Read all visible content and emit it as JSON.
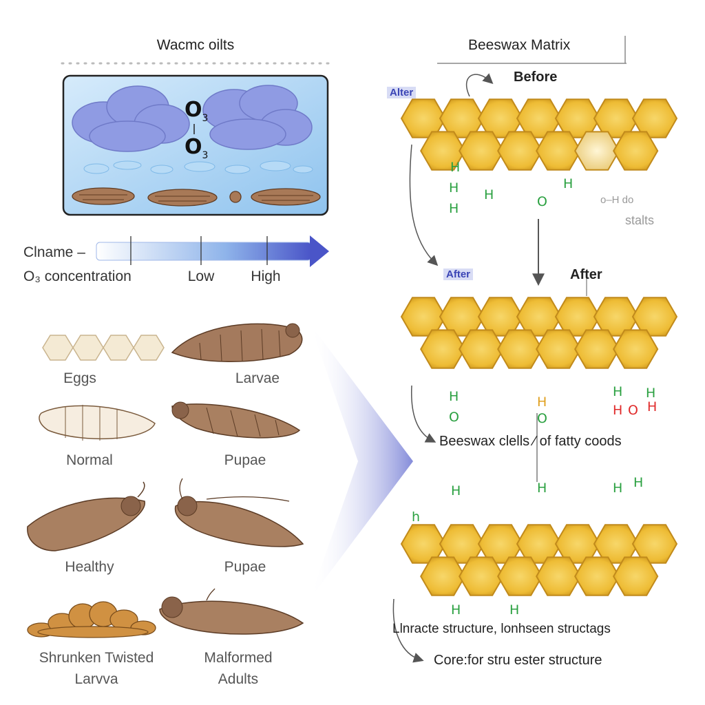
{
  "left_panel": {
    "title": "Wacmc oilts",
    "o3_top": "O",
    "o3_top_sub": "3",
    "o3_bottom": "O",
    "o3_bottom_sub": "3"
  },
  "concentration_bar": {
    "prefix": "Clname –",
    "label": "O₃ concentration",
    "low": "Low",
    "high": "High",
    "accent_color": "#4a55c8"
  },
  "life_stages": [
    {
      "label": "Eggs"
    },
    {
      "label": "Larvae"
    },
    {
      "label": "Normal"
    },
    {
      "label": "Pupae"
    },
    {
      "label": "Healthy"
    },
    {
      "label": "Pupae"
    },
    {
      "label": "Shrunken Twisted\nLarvva"
    },
    {
      "label": "Malformed\nAdults"
    }
  ],
  "right_panel": {
    "title": "Beeswax Matrix",
    "tag_top": "Alter",
    "before_label": "Before",
    "side_note_top": "o–H  do",
    "side_note_bottom": "stalts",
    "tag_mid": "After",
    "after_label": "After",
    "caption_mid": "Beeswax clells  ⁄  of fatty coods",
    "caption_low": "Llnracte structure, lonhseen structags",
    "caption_bottom": "Core:for stru ester structure",
    "wax_color": "#f2c446",
    "h_color": "#2aa040",
    "o_color": "#2aa040",
    "red_color": "#e02a2a"
  }
}
